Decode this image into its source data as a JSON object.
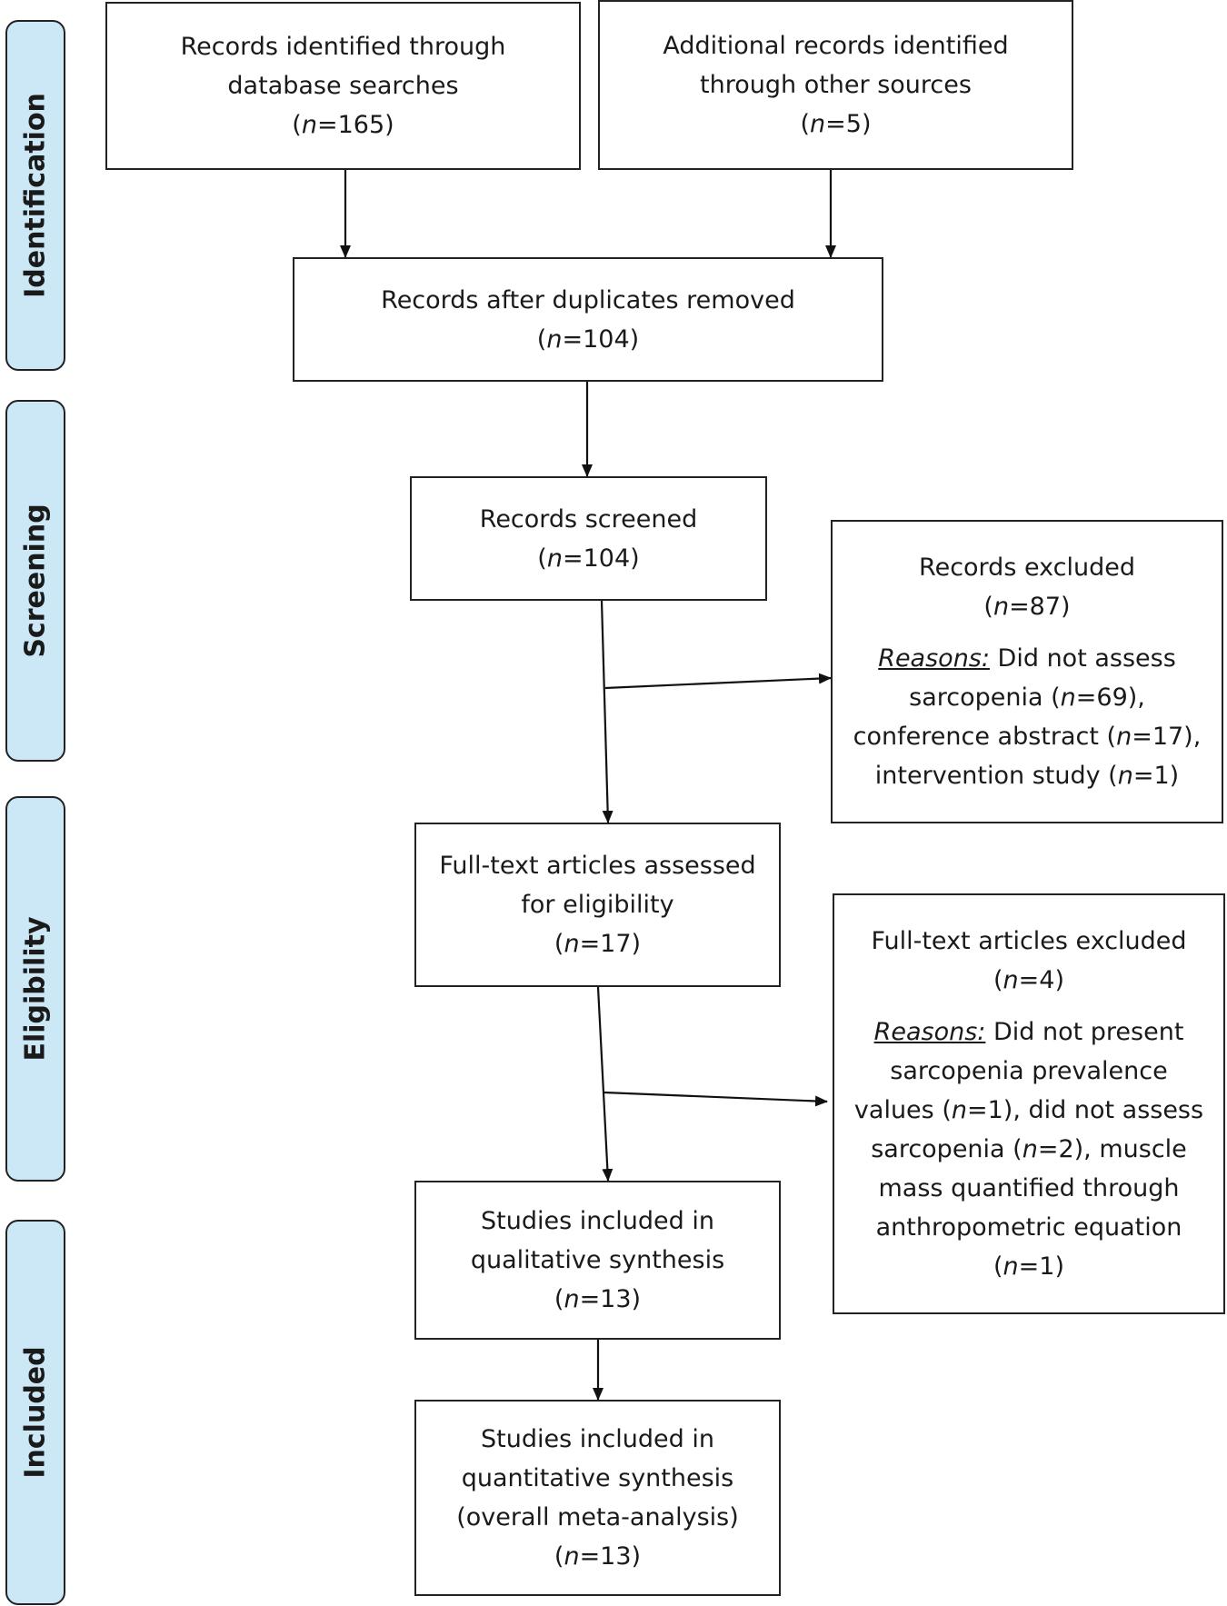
{
  "phases": {
    "identification": "Identification",
    "screening": "Screening",
    "eligibility": "Eligibility",
    "included": "Included"
  },
  "boxes": {
    "database": {
      "line1": "Records identified through",
      "line2": "database searches",
      "n_pre": "(",
      "n_var": "n",
      "n_val": "=165",
      "n_post": ")"
    },
    "other_sources": {
      "line1": "Additional records identified",
      "line2": "through other sources",
      "n_pre": "(",
      "n_var": "n",
      "n_val": "=5",
      "n_post": ")"
    },
    "duplicates_removed": {
      "line1": "Records after duplicates removed",
      "n_pre": "(",
      "n_var": "n",
      "n_val": "=104",
      "n_post": ")"
    },
    "screened": {
      "line1": "Records screened",
      "n_pre": "(",
      "n_var": "n",
      "n_val": "=104",
      "n_post": ")"
    },
    "records_excluded": {
      "line1": "Records excluded",
      "n_pre": "(",
      "n_var": "n",
      "n_val": "=87",
      "n_post": ")",
      "reasons_label": "Reasons:",
      "r1": " Did not assess",
      "r2a": "sarcopenia (",
      "r2n": "n",
      "r2b": "=69),",
      "r3a": "conference abstract (",
      "r3n": "n",
      "r3b": "=17),",
      "r4a": "intervention study (",
      "r4n": "n",
      "r4b": "=1)"
    },
    "fulltext_assessed": {
      "line1": "Full-text articles assessed",
      "line2": "for eligibility",
      "n_pre": "(",
      "n_var": "n",
      "n_val": "=17",
      "n_post": ")"
    },
    "fulltext_excluded": {
      "line1": "Full-text articles excluded",
      "n_pre": "(",
      "n_var": "n",
      "n_val": "=4",
      "n_post": ")",
      "reasons_label": "Reasons:",
      "r1": " Did not present",
      "r2": "sarcopenia prevalence",
      "r3a": "values (",
      "r3n": "n",
      "r3b": "=1), did not assess",
      "r4a": "sarcopenia (",
      "r4n": "n",
      "r4b": "=2), muscle",
      "r5": "mass quantified through",
      "r6": "anthropometric equation",
      "r7a": "(",
      "r7n": "n",
      "r7b": "=1)"
    },
    "qualitative": {
      "line1": "Studies included in",
      "line2": "qualitative synthesis",
      "n_pre": "(",
      "n_var": "n",
      "n_val": "=13",
      "n_post": ")"
    },
    "quantitative": {
      "line1": "Studies included in",
      "line2": "quantitative synthesis",
      "line3": "(overall meta-analysis)",
      "n_pre": "(",
      "n_var": "n",
      "n_val": "=13",
      "n_post": ")"
    }
  }
}
